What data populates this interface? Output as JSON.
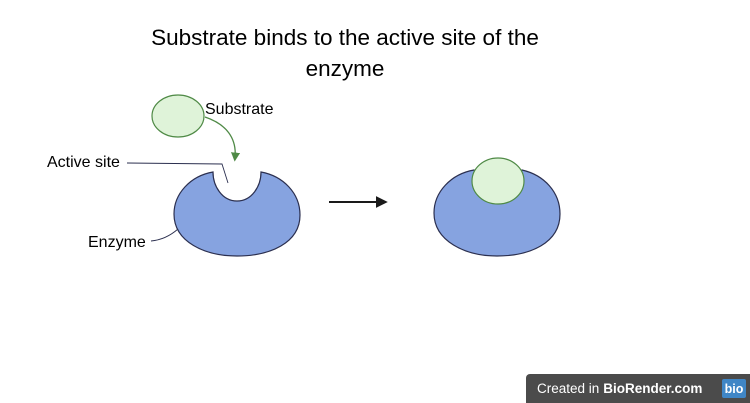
{
  "title": "Substrate binds to the active site of the enzyme",
  "labels": {
    "substrate": "Substrate",
    "active_site": "Active site",
    "enzyme": "Enzyme"
  },
  "watermark": {
    "prefix": "Created in",
    "brand": "BioRender.com",
    "logo": "bio"
  },
  "colors": {
    "enzyme_fill": "#86a3e0",
    "enzyme_stroke": "#2b2f4f",
    "substrate_fill": "#dff3d9",
    "substrate_stroke": "#4f8a46",
    "green_arrow": "#4f8a46",
    "reaction_arrow": "#1a1a1a",
    "watermark_bg": "#4b4b4b",
    "logo_bg": "#3f86c6"
  }
}
